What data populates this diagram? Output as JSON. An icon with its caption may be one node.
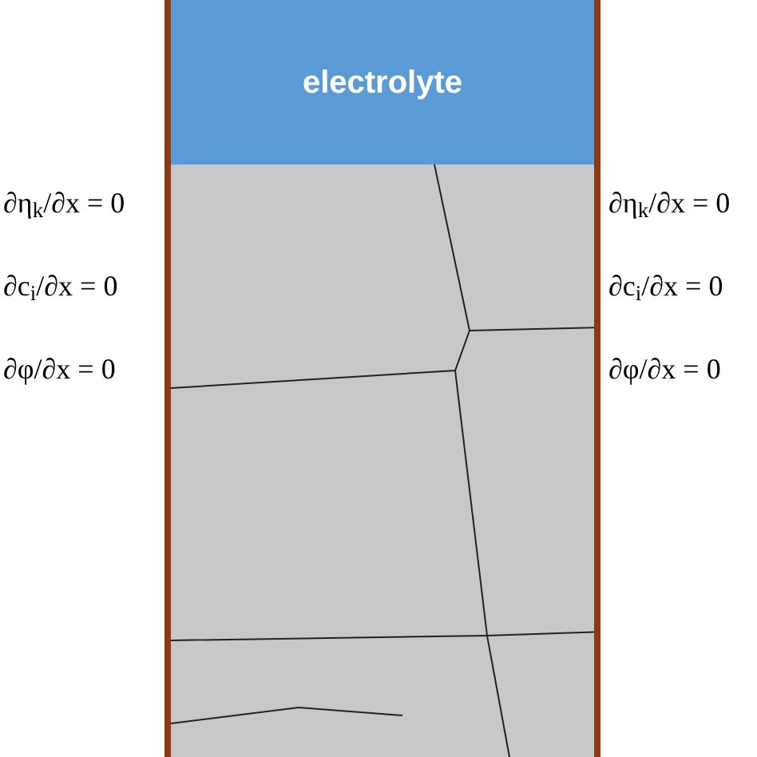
{
  "diagram": {
    "nodes": [
      {
        "text": [
          "electrolyte"
        ]
      }
    ],
    "labels": [
      "∂η$_{k}$/∂x = 0",
      "∂c$_{i}$/∂x = 0",
      "∂φ/∂x = 0",
      "∂η$_{k}$/∂x = 0",
      "∂c$_{i}$/∂x = 0",
      "∂φ/∂x = 0"
    ]
  }
}
